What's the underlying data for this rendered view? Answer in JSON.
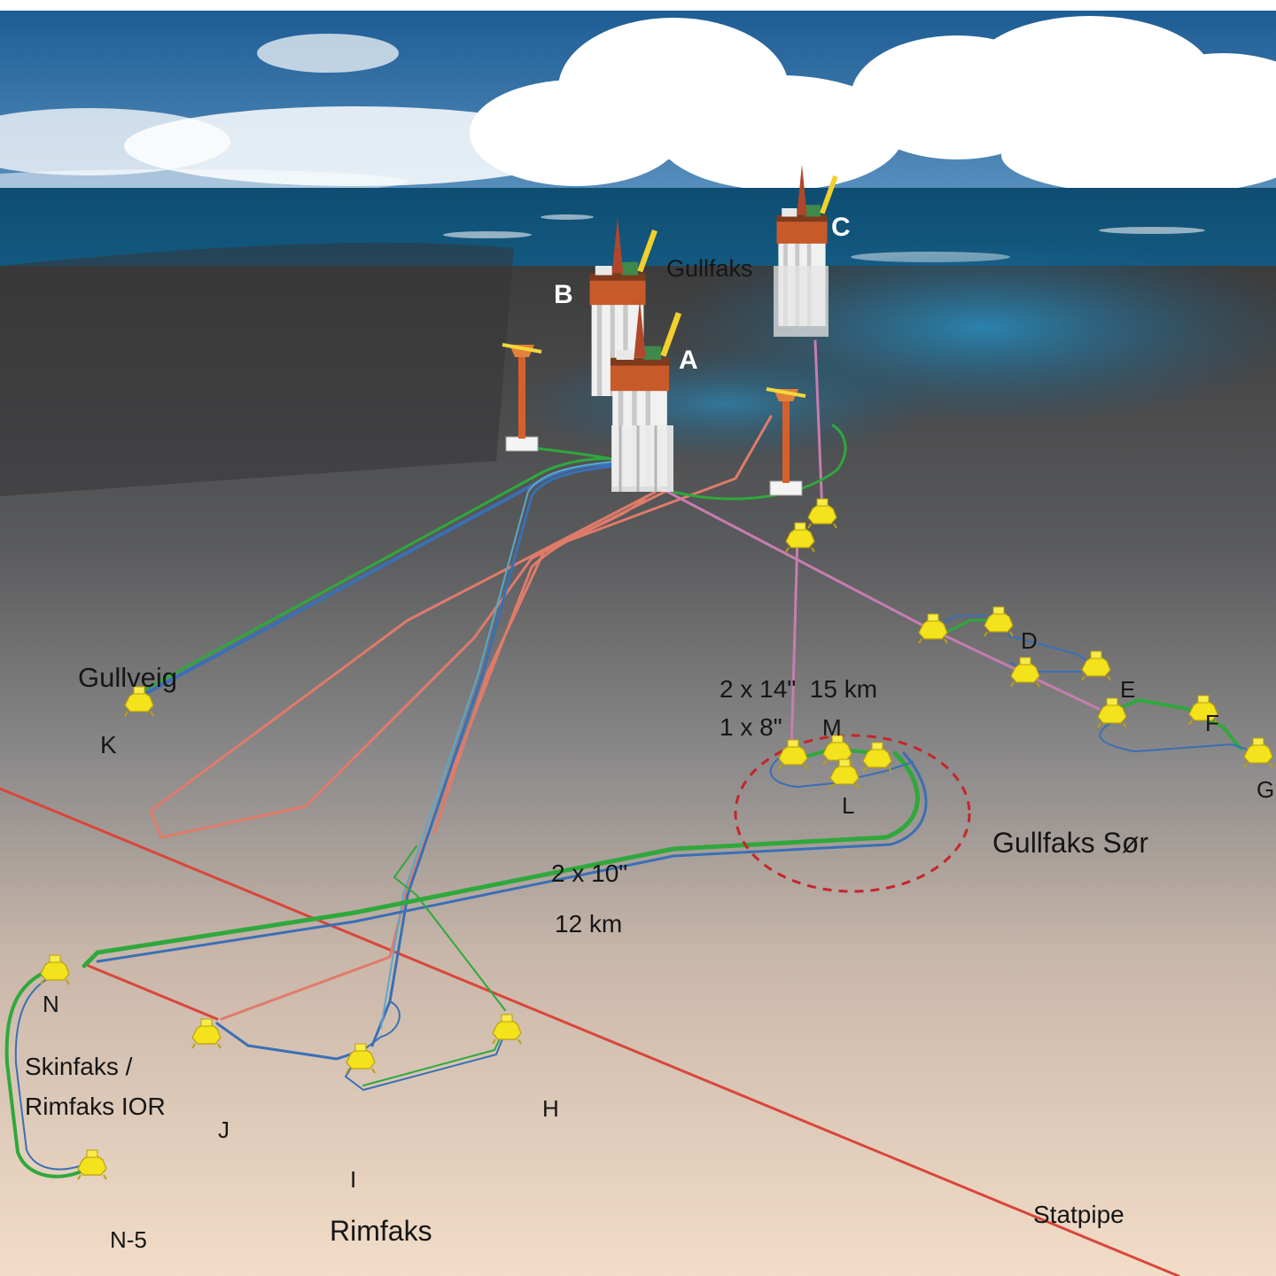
{
  "platforms": {
    "a": "A",
    "b": "B",
    "c": "C",
    "field_name": "Gullfaks"
  },
  "fields": {
    "gullveig": "Gullveig",
    "gullfaks_sor": "Gullfaks Sør",
    "skinfaks_line1": "Skinfaks /",
    "skinfaks_line2": "Rimfaks IOR",
    "rimfaks": "Rimfaks"
  },
  "templates": {
    "d": "D",
    "e": "E",
    "f": "F",
    "g": "G",
    "h": "H",
    "i": "I",
    "j": "J",
    "k": "K",
    "l": "L",
    "m": "M",
    "n": "N",
    "n5": "N-5"
  },
  "pipelines": {
    "sor_spec_1": "2 x 14\"  15 km",
    "sor_spec_2": "1 x 8\"",
    "rimfaks_spec_1": "2 x 10\"",
    "rimfaks_spec_2": "12 km",
    "export": "Statpipe"
  },
  "colors": {
    "pipe_green": "#2fa83c",
    "pipe_blue": "#3a6fb5",
    "pipe_salmon": "#e07b6a",
    "pipe_pink": "#c77db0",
    "statpipe_red": "#d9463a",
    "template_yellow": "#f3e21c",
    "dashed_ring": "#c4262a"
  }
}
